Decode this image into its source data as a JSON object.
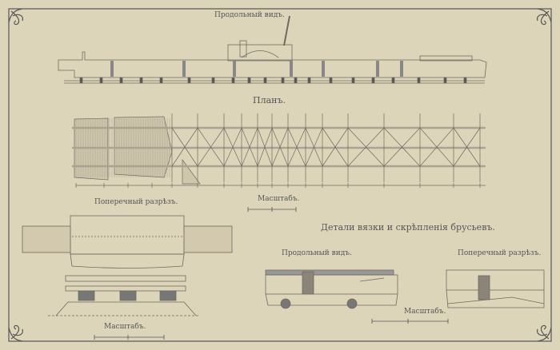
{
  "plate": {
    "top_view_title": "Продольный видъ.",
    "plan_title": "Планъ.",
    "plan_scale_label": "Масштабъ.",
    "cross_section_title": "Поперечный разрѣзъ.",
    "cross_section_scale_label": "Масштабъ.",
    "details_title": "Детали вязки и скрѣпленія брусьевъ.",
    "details_long_view_title": "Продольный видъ.",
    "details_cross_section_title": "Поперечный разрѣзъ.",
    "details_scale_label": "Масштабъ."
  },
  "colors": {
    "paper": "#ddd5ba",
    "ink": "#6e6a60",
    "hatch": "#8a8578"
  }
}
